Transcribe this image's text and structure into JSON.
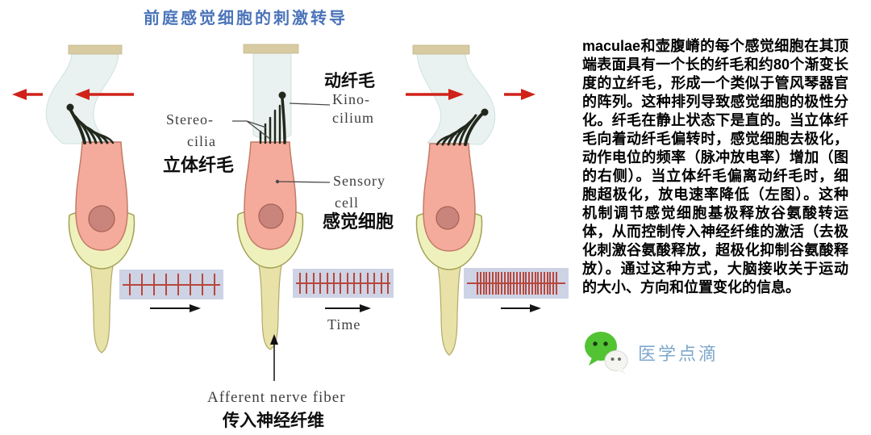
{
  "title": {
    "text": "前庭感觉细胞的刺激转导",
    "color": "#4a73b9"
  },
  "diagram": {
    "labels": {
      "kinocilium_zh": "动纤毛",
      "kinocilium_en1": "Kino-",
      "kinocilium_en2": "cilium",
      "stereocilia_en1": "Stereo-",
      "stereocilia_en2": "cilia",
      "stereocilia_zh": "立体纤毛",
      "sensory_en1": "Sensory",
      "sensory_en2": "cell",
      "sensory_zh": "感觉细胞",
      "afferent_en": "Afferent nerve fiber",
      "afferent_zh": "传入神经纤维",
      "time": "Time"
    },
    "spike_trains": [
      {
        "state": "stereocilia-deflected-away-hyperpolarized-low-rate",
        "count": 8
      },
      {
        "state": "resting-straight-cilia",
        "count": 14
      },
      {
        "state": "stereocilia-deflected-toward-kinocilium-depolarized-high-rate",
        "count": 27
      }
    ],
    "colors": {
      "cell_body": "#f5ab9c",
      "cell_outline": "#c27b67",
      "nucleus": "#c9857b",
      "support_cup": "#eff1bd",
      "nerve_fiber": "#e8e2a8",
      "cupula": "#e9f2f0",
      "membrane_bar": "#d8cba2",
      "cilia": "#23281d",
      "spike_box": "#cdd3e5",
      "spike_line": "#b8473c",
      "arrow_red": "#cf2218"
    }
  },
  "article": {
    "paragraph": "maculae和壶腹嵴的每个感觉细胞在其顶端表面具有一个长的纤毛和约80个渐变长度的立纤毛，形成一个类似于管风琴器官的阵列。这种排列导致感觉细胞的极性分化。纤毛在静止状态下是直的。当立体纤毛向着动纤毛偏转时，感觉细胞去极化，动作电位的频率（脉冲放电率）增加（图的右侧）。当立体纤毛偏离动纤毛时，细胞超极化，放电速率降低（左图）。这种机制调节感觉细胞基极释放谷氨酸转运体，从而控制传入神经纤维的激活（去极化刺激谷氨酸释放，超极化抑制谷氨酸释放）。通过这种方式，大脑接收关于运动的大小、方向和位置变化的信息。"
  },
  "footer": {
    "account_name": "医学点滴",
    "account_color": "#7fa8cc",
    "wechat_green": "#52c332"
  }
}
